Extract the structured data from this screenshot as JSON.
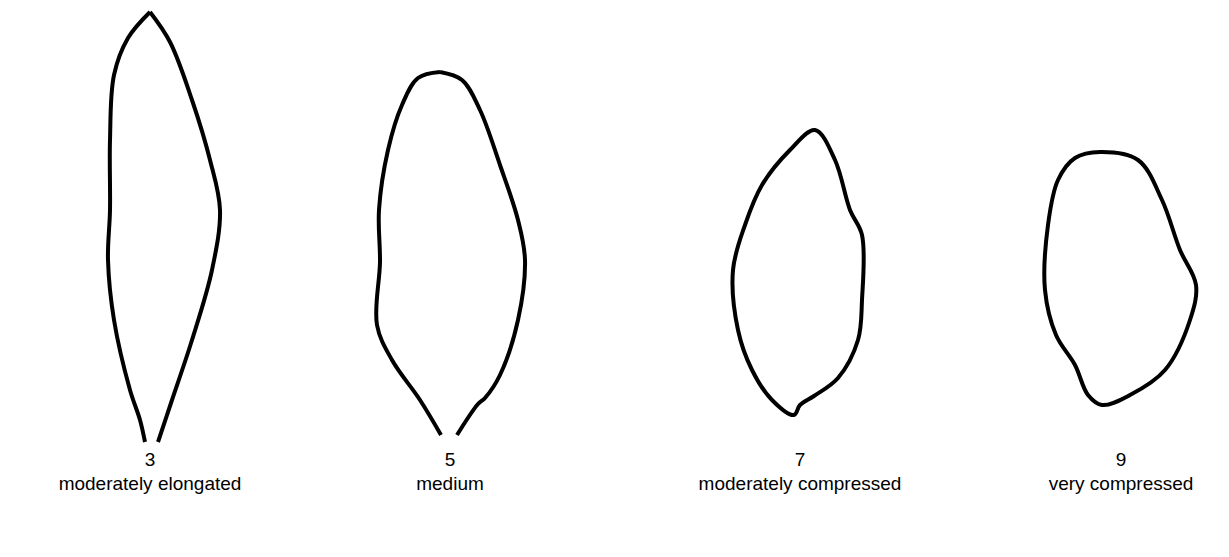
{
  "diagram": {
    "labels": [
      "3",
      "moderately elongated",
      "5",
      "medium",
      "7",
      "moderately compressed",
      "9",
      "very compressed"
    ]
  }
}
